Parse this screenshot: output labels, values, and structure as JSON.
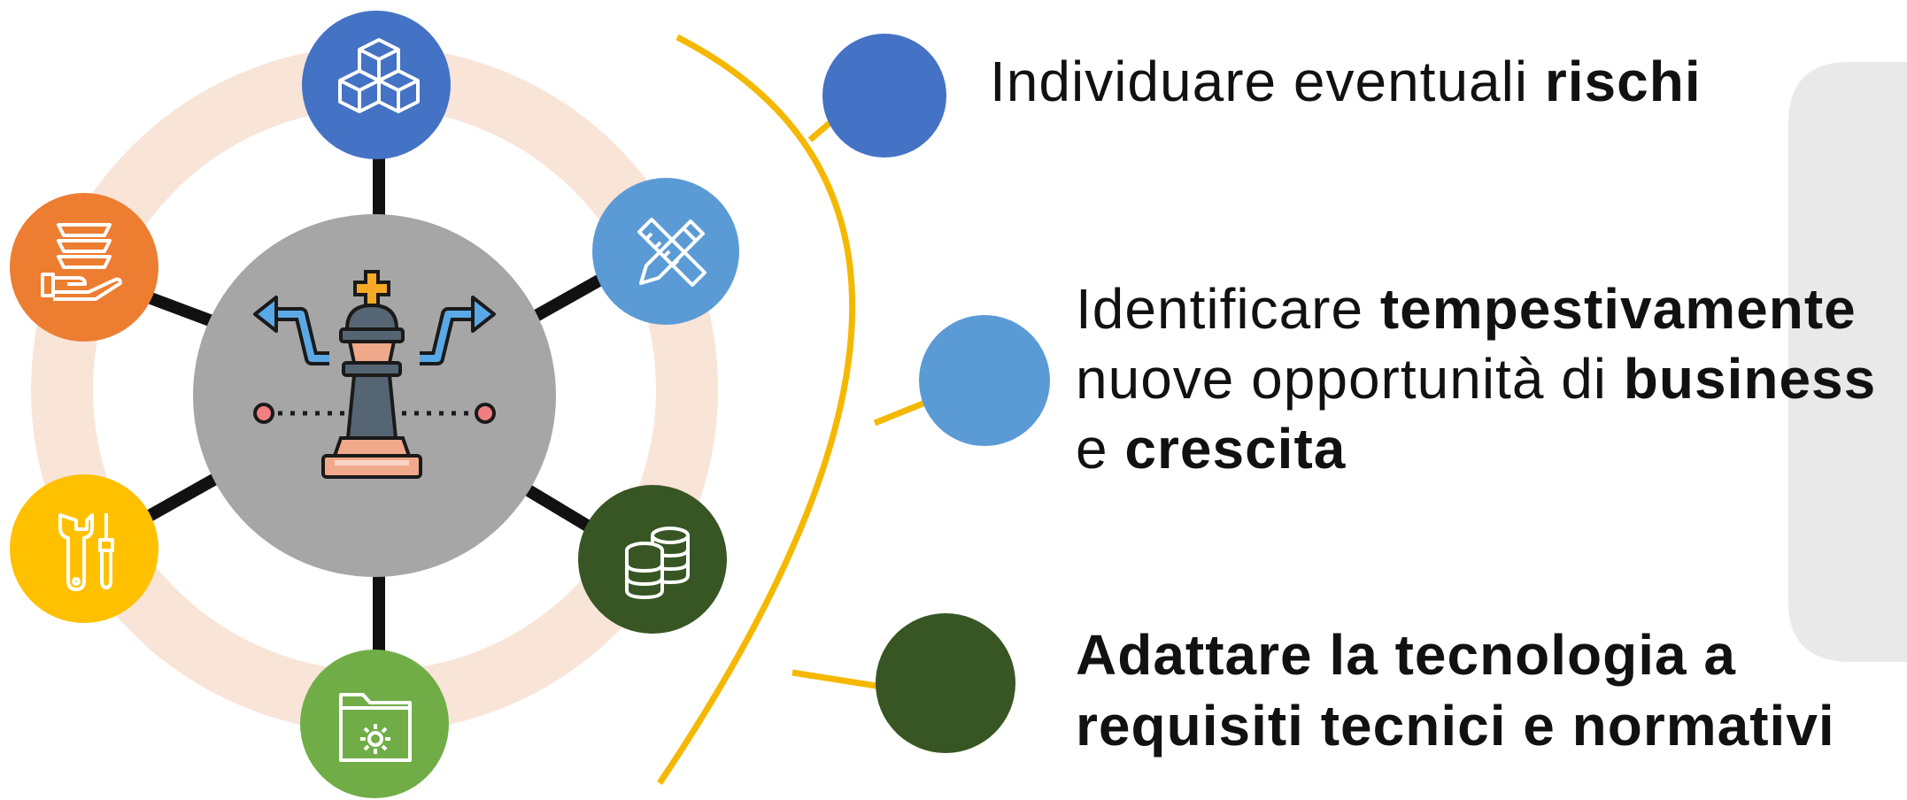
{
  "colors": {
    "ring": "#f9e4d8",
    "connector": "#111111",
    "bracket": "#f5b800",
    "center": "#a6a6a6",
    "dark_blue": "#4472c4",
    "light_blue": "#5b9bd5",
    "dark_green": "#375623",
    "green": "#70ad47",
    "orange": "#ed7d31",
    "yellow": "#ffc000",
    "watermark": "#e9e9e9"
  },
  "hub": {
    "center_icon": "chess-king-strategy-icon",
    "nodes": [
      {
        "name": "node-cubes",
        "icon": "cubes-icon",
        "color": "#4472c4"
      },
      {
        "name": "node-design",
        "icon": "pencil-ruler-icon",
        "color": "#5b9bd5"
      },
      {
        "name": "node-database",
        "icon": "database-icon",
        "color": "#375623"
      },
      {
        "name": "node-folder",
        "icon": "folder-gear-icon",
        "color": "#70ad47"
      },
      {
        "name": "node-tools",
        "icon": "wrench-screwdriver-icon",
        "color": "#ffc000"
      },
      {
        "name": "node-hand",
        "icon": "hand-layers-icon",
        "color": "#ed7d31"
      }
    ]
  },
  "points": [
    {
      "color": "#4472c4",
      "line1_plain": "Individuare eventuali ",
      "line1_bold": "rischi"
    },
    {
      "color": "#5b9bd5",
      "line1_plain": "Identificare ",
      "line1_bold": "tempestivamente",
      "line2_plain": "nuove opportunità di ",
      "line2_bold": "business",
      "line3_plain": "e ",
      "line3_bold": "crescita"
    },
    {
      "color": "#375623",
      "line1_bold": "Adattare la tecnologia a",
      "line2_bold": "requisiti tecnici e normativi"
    }
  ]
}
